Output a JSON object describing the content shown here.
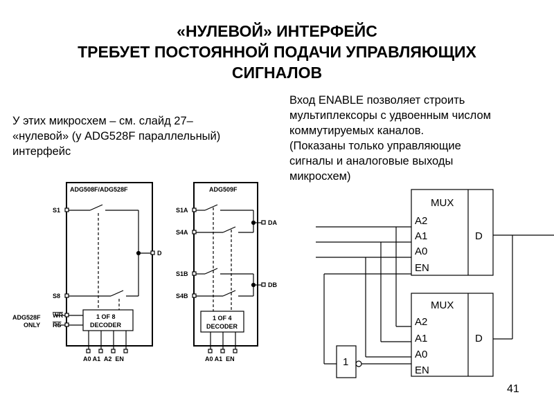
{
  "title": {
    "line1": "«НУЛЕВОЙ» ИНТЕРФЕЙС",
    "line2": "ТРЕБУЕТ ПОСТОЯННОЙ ПОДАЧИ УПРАВЛЯЮЩИХ",
    "line3": "СИГНАЛОВ"
  },
  "left_text": {
    "line1": "У этих микросхем – см. слайд 27–",
    "line2": "«нулевой» (у ADG528F параллельный)",
    "line3": "интерфейс"
  },
  "right_text": {
    "line1": "Вход ENABLE позволяет строить",
    "line2": "мультиплексоры с удвоенным числом",
    "line3": "коммутируемых каналов.",
    "line4": "(Показаны только управляющие",
    "line5": "сигналы и аналоговые выходы",
    "line6": "микросхем)"
  },
  "chip1": {
    "name": "ADG508F/ADG528F",
    "s1": "S1",
    "s8": "S8",
    "d": "D",
    "decoder_line1": "1 OF 8",
    "decoder_line2": "DECODER",
    "wr": "WR",
    "rs": "RS",
    "only_line1": "ADG528F",
    "only_line2": "ONLY",
    "inputs": "A0 A1  A2  EN"
  },
  "chip2": {
    "name": "ADG509F",
    "s1a": "S1A",
    "s4a": "S4A",
    "s1b": "S1B",
    "s4b": "S4B",
    "da": "DA",
    "db": "DB",
    "decoder_line1": "1 OF 4",
    "decoder_line2": "DECODER",
    "inputs": "A0 A1  EN"
  },
  "mux1": {
    "name": "MUX",
    "a2": "A2",
    "a1": "A1",
    "a0": "A0",
    "en": "EN",
    "d": "D"
  },
  "mux2": {
    "name": "MUX",
    "a2": "A2",
    "a1": "A1",
    "a0": "A0",
    "en": "EN",
    "d": "D"
  },
  "inverter": {
    "label": "1"
  },
  "slide_number": "41"
}
